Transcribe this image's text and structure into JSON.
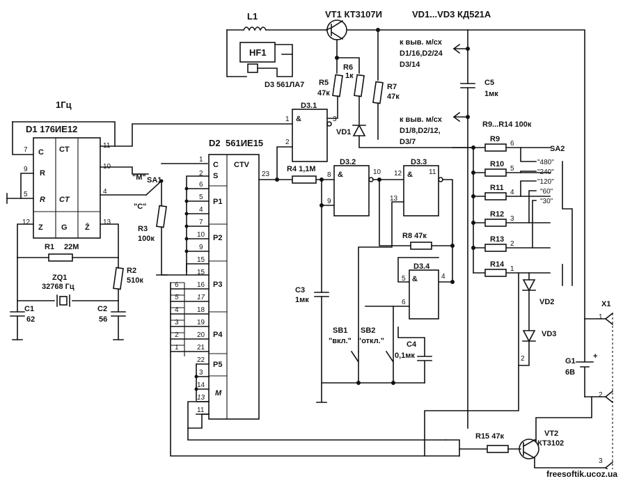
{
  "labels": {
    "l1": "L1",
    "hf1": "HF1",
    "vt1": "VT1 КТ3107И",
    "vd_range": "VD1...VD3 КД521А",
    "ref1_a": "к выв. м/сх",
    "ref1_b": "D1/16,D2/24",
    "ref1_c": "D3/14",
    "ref2_a": "к выв. м/сх",
    "ref2_b": "D1/8,D2/12,",
    "ref2_c": "D3/7",
    "c5": "C5",
    "c5v": "1мк",
    "r9_14": "R9...R14 100к",
    "r5": "R5",
    "r5v": "47к",
    "r6": "R6",
    "r6v": "1к",
    "r7": "R7",
    "r7v": "47к",
    "d3": "D3 561ЛА7",
    "vd1": "VD1",
    "d2": "D2",
    "d2type": "561ИЕ15",
    "ctv": "CTV",
    "d1": "D1 176ИЕ12",
    "hz": "1Гц",
    "r4": "R4 1,1M",
    "r3": "R3",
    "r3v": "100к",
    "r1": "R1",
    "r1v": "22M",
    "r2": "R2",
    "r2v": "510к",
    "zq1": "ZQ1",
    "zq1v": "32768 Гц",
    "c1": "C1",
    "c1v": "62",
    "c2": "C2",
    "c2v": "56",
    "c3": "C3",
    "c3v": "1мк",
    "c4": "C4",
    "c4v": "0,1мк",
    "sb1": "SB1",
    "sb1v": "\"вкл.\"",
    "sb2": "SB2",
    "sb2v": "\"откл.\"",
    "r8": "R8 47к",
    "sa1": "SA1",
    "mode_m": "\"M\"",
    "mode_c": "\"C\"",
    "d3_1": "D3.1",
    "d3_2": "D3.2",
    "d3_3": "D3.3",
    "d3_4": "D3.4",
    "r9": "R9",
    "r10": "R10",
    "r11": "R11",
    "r12": "R12",
    "r13": "R13",
    "r14": "R14",
    "r15": "R15 47к",
    "vt2": "VT2",
    "vt2v": "КТ3102",
    "vd2": "VD2",
    "vd3": "VD3",
    "g1": "G1",
    "g1v": "6В",
    "x1": "X1",
    "sa2": "SA2",
    "sa2_480": "\"480\"",
    "sa2_240": "\"240\"",
    "sa2_120": "\"120\"",
    "sa2_60": "\"60\"",
    "sa2_30": "\"30\"",
    "x1_1": "1",
    "x1_2": "2",
    "x1_3": "3",
    "watermark": "freesoftik.ucoz.ua"
  },
  "d2_pins_left": [
    "C",
    "S",
    "P1",
    "P2",
    "P3",
    "P4",
    "P5",
    "M"
  ],
  "d2_pin_numbers": [
    "1",
    "2",
    "6",
    "5",
    "4",
    "7",
    "10",
    "9",
    "15",
    "16",
    "17",
    "18",
    "19",
    "20",
    "21",
    "22",
    "3",
    "14",
    "13",
    "11"
  ],
  "d2_input_levels": [
    "6",
    "5",
    "4",
    "3",
    "2",
    "1"
  ],
  "d1_pins": [
    "C",
    "CT",
    "R",
    "R",
    "CT",
    "Z",
    "G",
    "Z̄"
  ],
  "d1_pin_numbers": [
    "7",
    "9",
    "5",
    "11",
    "10",
    "4",
    "12",
    "13"
  ],
  "gate_pins": [
    "1",
    "2",
    "3",
    "8",
    "9",
    "10",
    "12",
    "13",
    "11",
    "5",
    "6",
    "4"
  ],
  "sa2_positions": [
    "6",
    "5",
    "4",
    "3",
    "2",
    "1"
  ]
}
